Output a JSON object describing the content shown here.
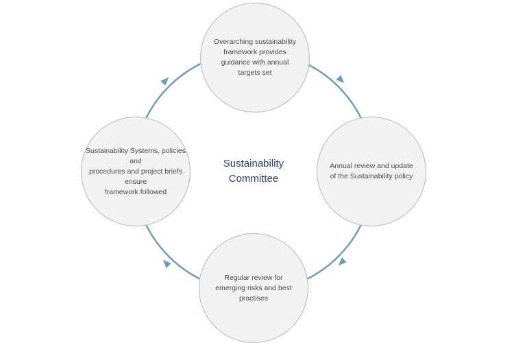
{
  "diagram": {
    "center_label": "Sustainability\nCommittee",
    "nodes": {
      "top": "Overarching sustainability\nframework provides\nguidance with annual\ntargets set",
      "right": "Annual review and update\nof the Sustainability policy",
      "bottom": "Regular review for\nemerging risks and best\npractises",
      "left": "Sustainability Systems, policies and\nprocedures and project briefs ensure\nframework followed"
    },
    "colors": {
      "ring": "#6f9db3",
      "node_fill": "#f2f2f3",
      "node_border": "#a9bcc9",
      "center_text": "#2b3f6e",
      "node_text": "#4a4a4a"
    }
  }
}
